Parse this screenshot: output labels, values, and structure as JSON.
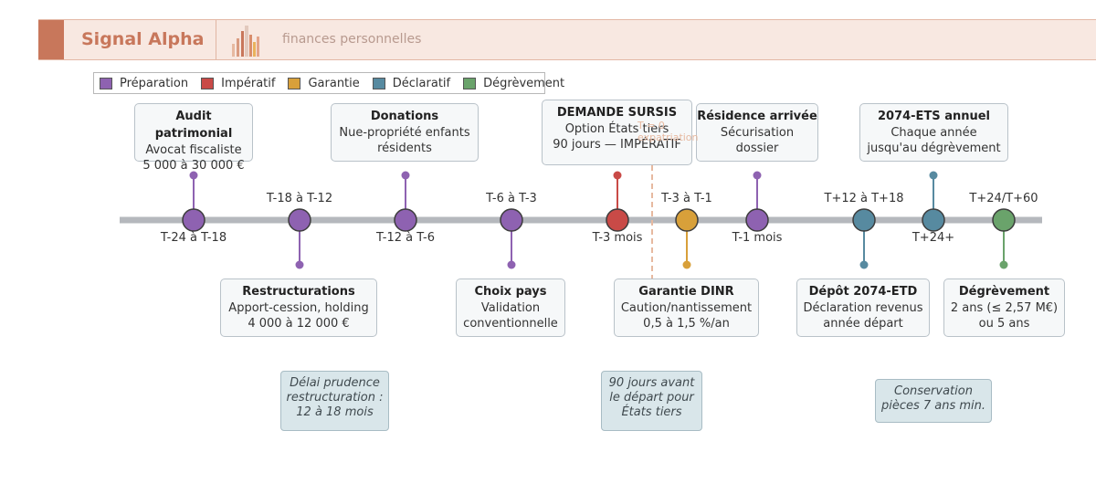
{
  "header": {
    "brand": "Signal Alpha",
    "subtitle": "finances personnelles"
  },
  "colors": {
    "accent": "#c8775b",
    "axis": "#b5b8bd",
    "preparation": "#8e62b1",
    "imperatif": "#c94a47",
    "garantie": "#d8a03a",
    "declaratif": "#578aa0",
    "degrevement": "#6aa36b"
  },
  "legend": [
    {
      "label": "Préparation",
      "color": "#8e62b1"
    },
    {
      "label": "Impératif",
      "color": "#c94a47"
    },
    {
      "label": "Garantie",
      "color": "#d8a03a"
    },
    {
      "label": "Déclaratif",
      "color": "#578aa0"
    },
    {
      "label": "Dégrèvement",
      "color": "#6aa36b"
    }
  ],
  "milestones": [
    {
      "label": "T-24 à T-18",
      "category": "preparation",
      "card": "above",
      "title": "Audit patrimonial",
      "lines": [
        "Avocat fiscaliste",
        "5 000 à 30 000 €"
      ]
    },
    {
      "label": "T-18 à T-12",
      "category": "preparation",
      "card": "below",
      "title": "Restructurations",
      "lines": [
        "Apport-cession, holding",
        "4 000 à 12 000 €"
      ]
    },
    {
      "label": "T-12 à T-6",
      "category": "preparation",
      "card": "above",
      "title": "Donations",
      "lines": [
        "Nue-propriété enfants",
        "résidents"
      ]
    },
    {
      "label": "T-6 à T-3",
      "category": "preparation",
      "card": "below",
      "title": "Choix pays",
      "lines": [
        "Validation",
        "conventionnelle"
      ]
    },
    {
      "label": "T-3 mois",
      "category": "imperatif",
      "card": "above",
      "title": "DEMANDE SURSIS",
      "lines": [
        "Option États tiers",
        "90 jours — IMPÉRATIF"
      ]
    },
    {
      "label": "T-3 à T-1",
      "category": "garantie",
      "card": "below",
      "title": "Garantie DINR",
      "lines": [
        "Caution/nantissement",
        "0,5 à 1,5 %/an"
      ]
    },
    {
      "label": "T-1 mois",
      "category": "preparation",
      "card": "above",
      "title": "Résidence arrivée",
      "lines": [
        "Sécurisation",
        "dossier"
      ]
    },
    {
      "label": "T+12 à T+18",
      "category": "declaratif",
      "card": "below",
      "title": "Dépôt 2074-ETD",
      "lines": [
        "Déclaration revenus",
        "année départ"
      ]
    },
    {
      "label": "T+24+",
      "category": "declaratif",
      "card": "above",
      "title": "2074-ETS annuel",
      "lines": [
        "Chaque année",
        "jusqu'au dégrèvement"
      ]
    },
    {
      "label": "T+24/T+60",
      "category": "degrevement",
      "card": "below",
      "title": "Dégrèvement",
      "lines": [
        "2 ans (≤ 2,57 M€)",
        "ou 5 ans"
      ]
    }
  ],
  "t0_marker": {
    "lines": [
      "T = 0",
      "expatriation"
    ]
  },
  "notes": [
    {
      "lines": [
        "Délai prudence",
        "restructuration :",
        "12 à 18 mois"
      ]
    },
    {
      "lines": [
        "90 jours avant",
        "le départ pour",
        "États tiers"
      ]
    },
    {
      "lines": [
        "Conservation",
        "pièces 7 ans min."
      ]
    }
  ]
}
